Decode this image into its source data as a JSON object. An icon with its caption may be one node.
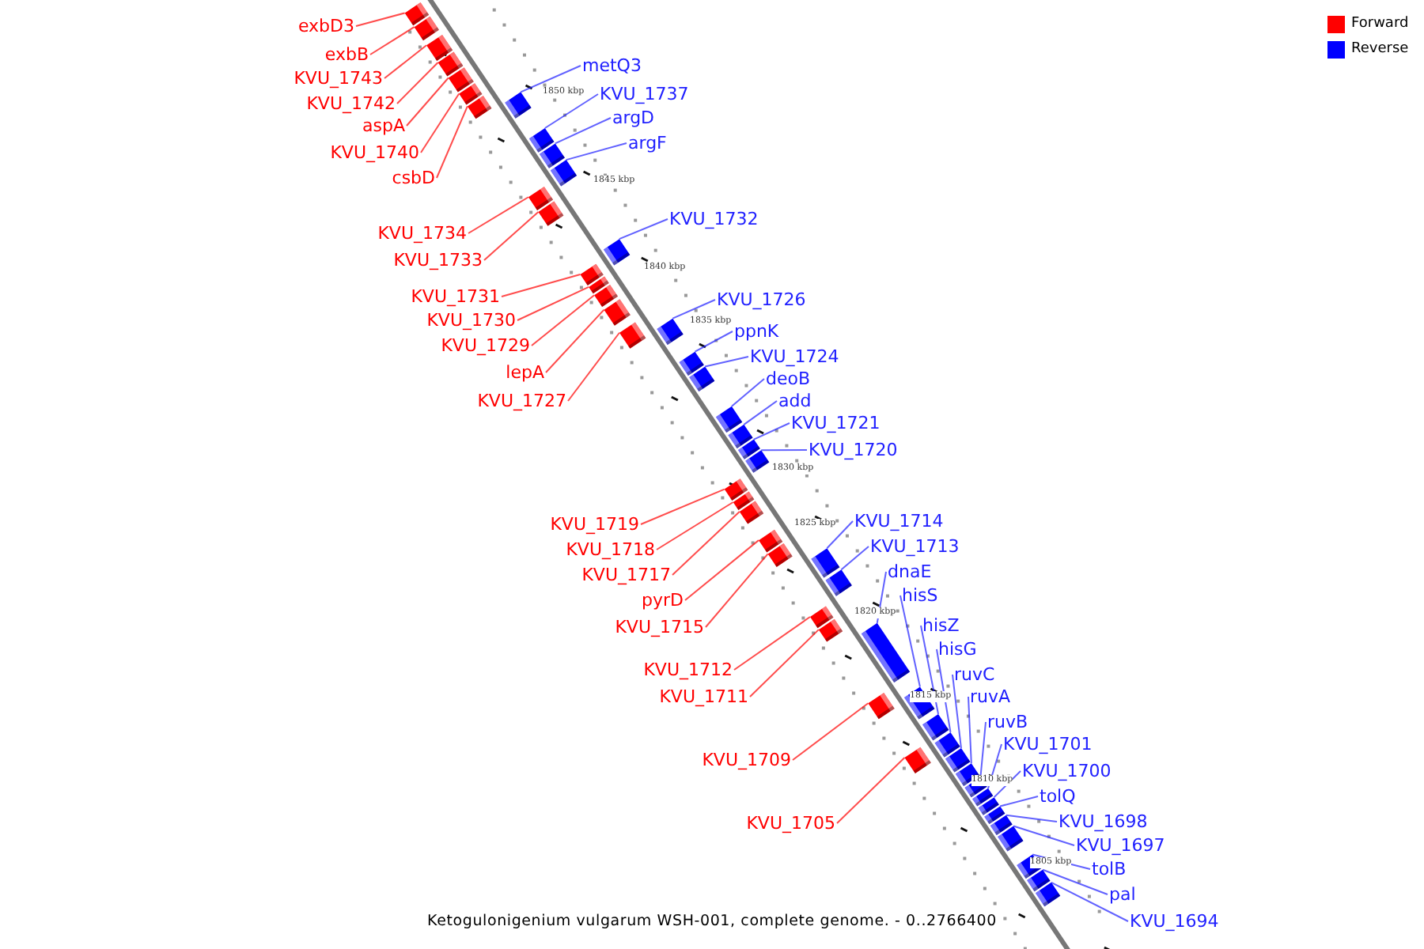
{
  "diagram": {
    "caption": "Ketogulonigenium vulgarum WSH-001, complete genome. - 0..2766400",
    "nodes": [
      {
        "text": [
          "exbD3"
        ]
      },
      {
        "text": [
          "exbB"
        ]
      },
      {
        "text": [
          "KVU_1743"
        ]
      },
      {
        "text": [
          "KVU_1742"
        ]
      },
      {
        "text": [
          "aspA"
        ]
      },
      {
        "text": [
          "KVU_1740"
        ]
      },
      {
        "text": [
          "csbD"
        ]
      },
      {
        "text": [
          "KVU_1734"
        ]
      },
      {
        "text": [
          "KVU_1733"
        ]
      },
      {
        "text": [
          "KVU_1731"
        ]
      },
      {
        "text": [
          "KVU_1730"
        ]
      },
      {
        "text": [
          "KVU_1729"
        ]
      },
      {
        "text": [
          "lepA"
        ]
      },
      {
        "text": [
          "KVU_1727"
        ]
      },
      {
        "text": [
          "KVU_1719"
        ]
      },
      {
        "text": [
          "KVU_1718"
        ]
      },
      {
        "text": [
          "KVU_1717"
        ]
      },
      {
        "text": [
          "pyrD"
        ]
      },
      {
        "text": [
          "KVU_1715"
        ]
      },
      {
        "text": [
          "KVU_1712"
        ]
      },
      {
        "text": [
          "KVU_1711"
        ]
      },
      {
        "text": [
          "KVU_1709"
        ]
      },
      {
        "text": [
          "KVU_1705"
        ]
      },
      {
        "text": [
          "metQ3"
        ]
      },
      {
        "text": [
          "KVU_1737"
        ]
      },
      {
        "text": [
          "argD"
        ]
      },
      {
        "text": [
          "argF"
        ]
      },
      {
        "text": [
          "KVU_1732"
        ]
      },
      {
        "text": [
          "KVU_1726"
        ]
      },
      {
        "text": [
          "ppnK"
        ]
      },
      {
        "text": [
          "KVU_1724"
        ]
      },
      {
        "text": [
          "deoB"
        ]
      },
      {
        "text": [
          "add"
        ]
      },
      {
        "text": [
          "KVU_1721"
        ]
      },
      {
        "text": [
          "KVU_1720"
        ]
      },
      {
        "text": [
          "KVU_1714"
        ]
      },
      {
        "text": [
          "KVU_1713"
        ]
      },
      {
        "text": [
          "dnaE"
        ]
      },
      {
        "text": [
          "hisS"
        ]
      },
      {
        "text": [
          "hisZ"
        ]
      },
      {
        "text": [
          "hisG"
        ]
      },
      {
        "text": [
          "ruvC"
        ]
      },
      {
        "text": [
          "ruvA"
        ]
      },
      {
        "text": [
          "ruvB"
        ]
      },
      {
        "text": [
          "KVU_1701"
        ]
      },
      {
        "text": [
          "KVU_1700"
        ]
      },
      {
        "text": [
          "tolQ"
        ]
      },
      {
        "text": [
          "KVU_1698"
        ]
      },
      {
        "text": [
          "KVU_1697"
        ]
      },
      {
        "text": [
          "tolB"
        ]
      },
      {
        "text": [
          "pal"
        ]
      },
      {
        "text": [
          "KVU_1694"
        ]
      },
      {
        "text": [],
        "shape": "bar"
      },
      {
        "text": [],
        "shape": "bar"
      },
      {
        "text": [],
        "shape": "bar"
      },
      {
        "text": [],
        "shape": "bar"
      },
      {
        "text": [],
        "shape": "bar"
      },
      {
        "text": [],
        "shape": "bar"
      },
      {
        "text": [],
        "shape": "bar"
      },
      {
        "text": [],
        "shape": "bar"
      },
      {
        "text": [],
        "shape": "bar"
      },
      {
        "text": [],
        "shape": "bar"
      },
      {
        "text": [],
        "shape": "bar"
      },
      {
        "text": [],
        "shape": "bar"
      },
      {
        "text": [],
        "shape": "bar"
      },
      {
        "text": [],
        "shape": "bar"
      },
      {
        "text": [],
        "shape": "bar"
      },
      {
        "text": [],
        "shape": "bar"
      },
      {
        "text": [],
        "shape": "bar"
      },
      {
        "text": [],
        "shape": "bar"
      },
      {
        "text": [],
        "shape": "bar"
      },
      {
        "text": [],
        "shape": "bar"
      },
      {
        "text": [],
        "shape": "bar"
      },
      {
        "text": [],
        "shape": "bar"
      },
      {
        "text": [],
        "shape": "bar"
      },
      {
        "text": [],
        "shape": "bar"
      },
      {
        "text": [],
        "shape": "bar"
      },
      {
        "text": [],
        "shape": "bar"
      },
      {
        "text": [],
        "shape": "bar"
      },
      {
        "text": [],
        "shape": "bar"
      },
      {
        "text": [],
        "shape": "bar"
      },
      {
        "text": [],
        "shape": "bar"
      },
      {
        "text": [],
        "shape": "bar"
      },
      {
        "text": [],
        "shape": "bar"
      },
      {
        "text": [],
        "shape": "bar"
      },
      {
        "text": [],
        "shape": "bar"
      },
      {
        "text": [],
        "shape": "bar"
      },
      {
        "text": [],
        "shape": "bar"
      },
      {
        "text": [],
        "shape": "bar"
      },
      {
        "text": [],
        "shape": "bar"
      },
      {
        "text": [],
        "shape": "bar"
      },
      {
        "text": [],
        "shape": "bar"
      },
      {
        "text": [],
        "shape": "bar"
      },
      {
        "text": [],
        "shape": "bar"
      },
      {
        "text": [],
        "shape": "bar"
      },
      {
        "text": [],
        "shape": "bar"
      },
      {
        "text": [],
        "shape": "bar"
      },
      {
        "text": [],
        "shape": "bar"
      },
      {
        "text": [],
        "shape": "bar"
      },
      {
        "text": [],
        "shape": "bar"
      },
      {
        "text": [],
        "shape": "bar"
      },
      {
        "text": [],
        "shape": "bar"
      },
      {
        "text": [],
        "shape": "bar"
      },
      {
        "text": [],
        "shape": "bar"
      }
    ],
    "edges": [
      {
        "from": 0,
        "to": 52,
        "arrow": "none",
        "color": "#ff0000"
      },
      {
        "from": 1,
        "to": 53,
        "arrow": "none",
        "color": "#ff0000"
      },
      {
        "from": 2,
        "to": 54,
        "arrow": "none",
        "color": "#ff0000"
      },
      {
        "from": 3,
        "to": 55,
        "arrow": "none",
        "color": "#ff0000"
      },
      {
        "from": 4,
        "to": 56,
        "arrow": "none",
        "color": "#ff0000"
      },
      {
        "from": 5,
        "to": 57,
        "arrow": "none",
        "color": "#ff0000"
      },
      {
        "from": 6,
        "to": 58,
        "arrow": "none",
        "color": "#ff0000"
      },
      {
        "from": 7,
        "to": 59,
        "arrow": "none",
        "color": "#ff0000"
      },
      {
        "from": 8,
        "to": 60,
        "arrow": "none",
        "color": "#ff0000"
      },
      {
        "from": 9,
        "to": 61,
        "arrow": "none",
        "color": "#ff0000"
      },
      {
        "from": 10,
        "to": 62,
        "arrow": "none",
        "color": "#ff0000"
      },
      {
        "from": 11,
        "to": 63,
        "arrow": "none",
        "color": "#ff0000"
      },
      {
        "from": 12,
        "to": 64,
        "arrow": "none",
        "color": "#ff0000"
      },
      {
        "from": 13,
        "to": 65,
        "arrow": "none",
        "color": "#ff0000"
      },
      {
        "from": 14,
        "to": 66,
        "arrow": "none",
        "color": "#ff0000"
      },
      {
        "from": 15,
        "to": 67,
        "arrow": "none",
        "color": "#ff0000"
      },
      {
        "from": 16,
        "to": 68,
        "arrow": "none",
        "color": "#ff0000"
      },
      {
        "from": 17,
        "to": 69,
        "arrow": "none",
        "color": "#ff0000"
      },
      {
        "from": 18,
        "to": 70,
        "arrow": "none",
        "color": "#ff0000"
      },
      {
        "from": 19,
        "to": 71,
        "arrow": "none",
        "color": "#ff0000"
      },
      {
        "from": 20,
        "to": 72,
        "arrow": "none",
        "color": "#ff0000"
      },
      {
        "from": 21,
        "to": 73,
        "arrow": "none",
        "color": "#ff0000"
      },
      {
        "from": 22,
        "to": 74,
        "arrow": "none",
        "color": "#ff0000"
      },
      {
        "from": 23,
        "to": 75,
        "arrow": "none"
      },
      {
        "from": 24,
        "to": 76,
        "arrow": "none"
      },
      {
        "from": 25,
        "to": 77,
        "arrow": "none"
      },
      {
        "from": 26,
        "to": 78,
        "arrow": "none"
      },
      {
        "from": 27,
        "to": 79,
        "arrow": "none"
      },
      {
        "from": 28,
        "to": 80,
        "arrow": "none"
      },
      {
        "from": 29,
        "to": 81,
        "arrow": "none"
      },
      {
        "from": 30,
        "to": 82,
        "arrow": "none"
      },
      {
        "from": 31,
        "to": 83,
        "arrow": "none"
      },
      {
        "from": 32,
        "to": 84,
        "arrow": "none"
      },
      {
        "from": 33,
        "to": 85,
        "arrow": "none"
      },
      {
        "from": 34,
        "to": 86,
        "arrow": "none"
      },
      {
        "from": 35,
        "to": 87,
        "arrow": "none"
      },
      {
        "from": 36,
        "to": 88,
        "arrow": "none"
      },
      {
        "from": 37,
        "to": 89,
        "arrow": "none"
      },
      {
        "from": 38,
        "to": 90,
        "arrow": "none"
      },
      {
        "from": 39,
        "to": 91,
        "arrow": "none"
      },
      {
        "from": 40,
        "to": 92,
        "arrow": "none"
      },
      {
        "from": 41,
        "to": 93,
        "arrow": "none"
      },
      {
        "from": 42,
        "to": 94,
        "arrow": "none"
      },
      {
        "from": 43,
        "to": 95,
        "arrow": "none"
      },
      {
        "from": 44,
        "to": 96,
        "arrow": "none"
      },
      {
        "from": 45,
        "to": 97,
        "arrow": "none"
      },
      {
        "from": 46,
        "to": 98,
        "arrow": "none"
      },
      {
        "from": 47,
        "to": 99,
        "arrow": "none"
      },
      {
        "from": 48,
        "to": 100,
        "arrow": "none"
      },
      {
        "from": 49,
        "to": 101,
        "arrow": "none"
      },
      {
        "from": 50,
        "to": 102,
        "arrow": "none"
      },
      {
        "from": 51,
        "to": 103,
        "arrow": "none"
      }
    ],
    "labels": [
      "1850 kbp",
      "1845 kbp",
      "1840 kbp",
      "1835 kbp",
      "1830 kbp",
      "1825 kbp",
      "1820 kbp",
      "1815 kbp",
      "1810 kbp",
      "1805 kbp"
    ],
    "legend": [
      {
        "text": "Forward",
        "color": "#ff0000"
      },
      {
        "text": "Reverse",
        "color": "#0000ff"
      }
    ]
  }
}
